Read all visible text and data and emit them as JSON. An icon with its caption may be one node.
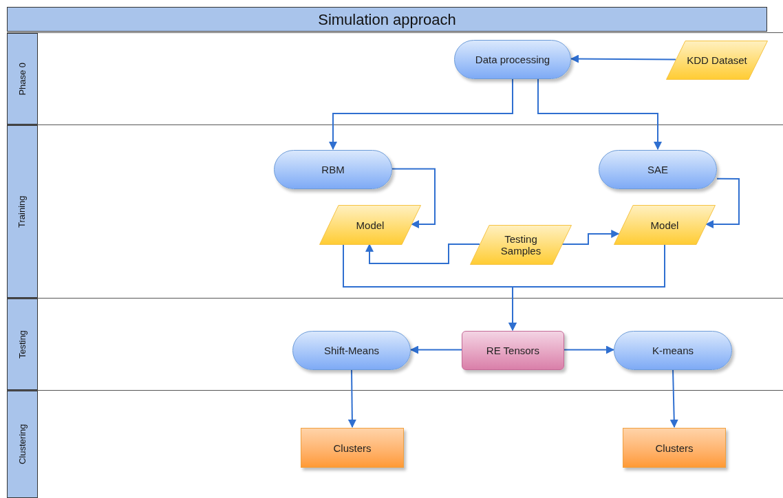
{
  "diagram": {
    "title": "Simulation approach",
    "nodes": [
      {
        "text": [
          "Phase 0"
        ]
      },
      {
        "text": [
          "Data processing"
        ],
        "in": 0
      },
      {
        "text": [
          "KDD Dataset"
        ],
        "in": 0
      },
      {
        "text": [
          "Training"
        ]
      },
      {
        "text": [
          "RBM"
        ],
        "in": 3
      },
      {
        "text": [
          "SAE"
        ],
        "in": 3
      },
      {
        "text": [
          "Model"
        ],
        "in": 3
      },
      {
        "text": [
          "Testing Samples"
        ],
        "in": 3
      },
      {
        "text": [
          "Model"
        ],
        "in": 3
      },
      {
        "text": [
          "Testing"
        ]
      },
      {
        "text": [
          "Shift-Means"
        ],
        "in": 9
      },
      {
        "text": [
          "RE Tensors"
        ],
        "in": 9
      },
      {
        "text": [
          "K-means"
        ],
        "in": 9
      },
      {
        "text": [
          "Clustering"
        ]
      },
      {
        "text": [
          "Clusters"
        ],
        "in": 13
      },
      {
        "text": [
          "Clusters"
        ],
        "in": 13
      }
    ],
    "edges": [
      {
        "from": 2,
        "to": 1,
        "arrow": "to"
      },
      {
        "from": 1,
        "to": 4,
        "arrow": "to"
      },
      {
        "from": 1,
        "to": 5,
        "arrow": "to"
      },
      {
        "from": 4,
        "to": 6,
        "arrow": "to"
      },
      {
        "from": 5,
        "to": 8,
        "arrow": "to"
      },
      {
        "from": 7,
        "to": 6,
        "arrow": "to"
      },
      {
        "from": 7,
        "to": 8,
        "arrow": "to"
      },
      {
        "from": 6,
        "to": 11,
        "arrow": "to"
      },
      {
        "from": 8,
        "to": 11,
        "arrow": "to"
      },
      {
        "from": 11,
        "to": 10,
        "arrow": "to"
      },
      {
        "from": 11,
        "to": 12,
        "arrow": "to"
      },
      {
        "from": 10,
        "to": 14,
        "arrow": "to"
      },
      {
        "from": 12,
        "to": 15,
        "arrow": "to"
      }
    ]
  }
}
